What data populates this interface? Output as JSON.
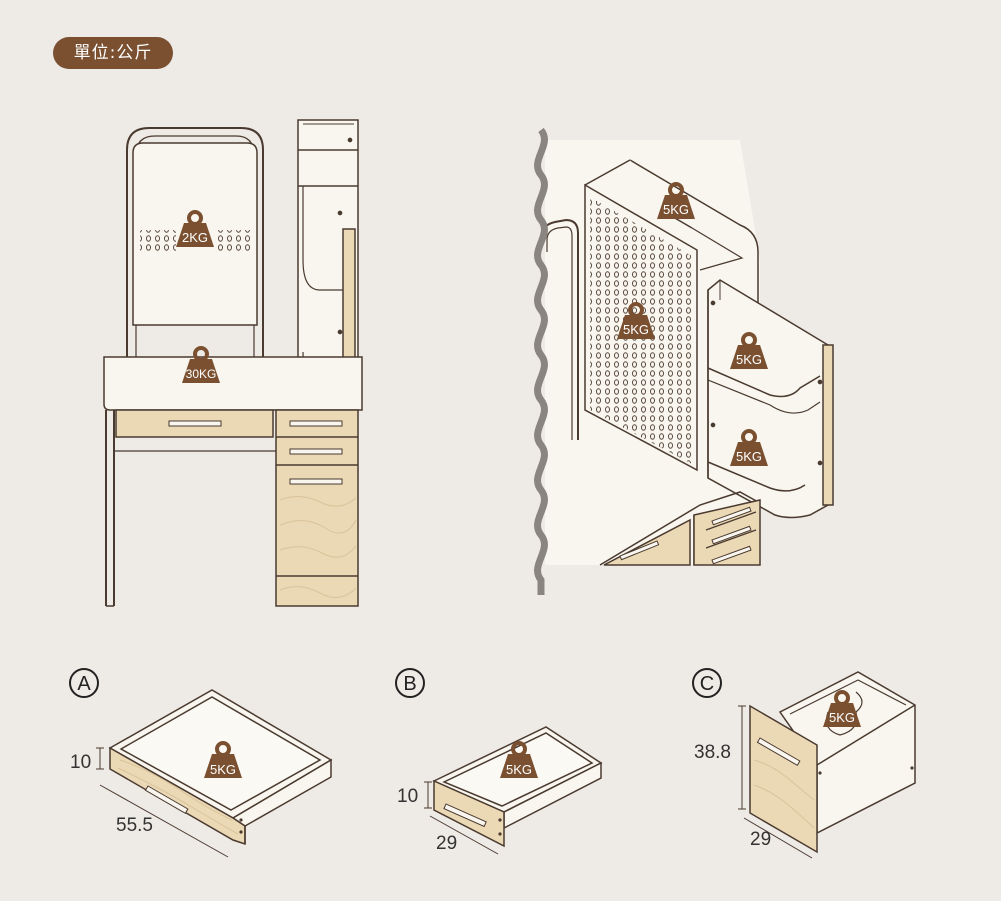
{
  "unit_label": "單位:公斤",
  "weights": {
    "mirror": "2KG",
    "desktop": "30KG",
    "pegboard_top": "5KG",
    "pegboard_mid": "5KG",
    "shelf_upper": "5KG",
    "shelf_lower": "5KG",
    "drawer_a": "5KG",
    "drawer_b": "5KG",
    "drawer_c": "5KG"
  },
  "drawers": {
    "a": {
      "letter": "A",
      "height": "10",
      "depth": "55.5"
    },
    "b": {
      "letter": "B",
      "height": "10",
      "depth": "29"
    },
    "c": {
      "letter": "C",
      "height": "38.8",
      "depth": "29"
    }
  },
  "colors": {
    "background": "#eeeae5",
    "panel": "#f8f6ee",
    "wood": "#ebd8b5",
    "badge": "#7a5030",
    "line": "#4a3a30"
  }
}
